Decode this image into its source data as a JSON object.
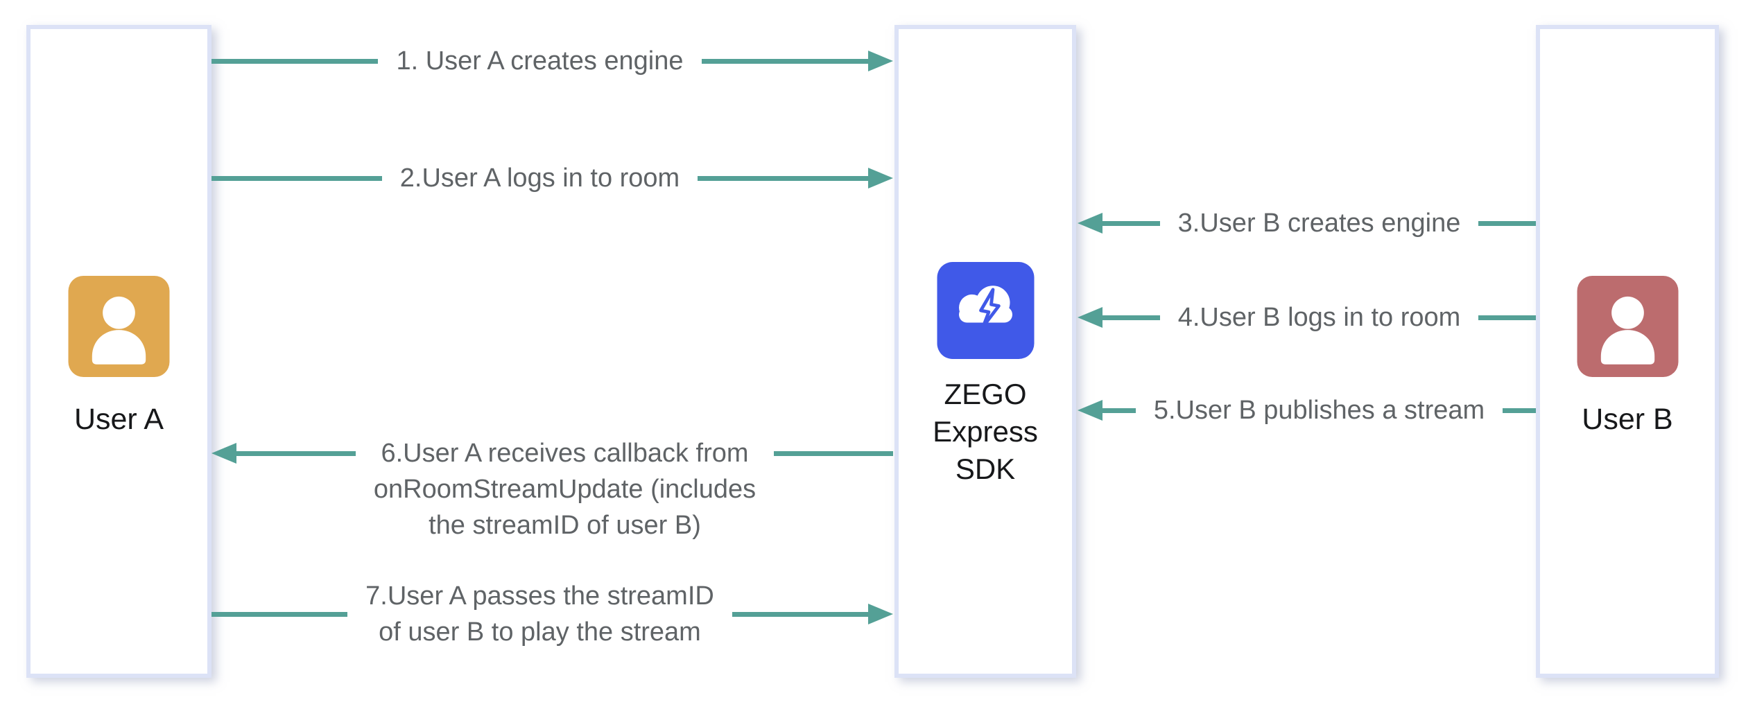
{
  "colors": {
    "arrow": "#54a096",
    "lane_border": "#dce2f6",
    "message_text": "#5f6366",
    "actor_text": "#17181a",
    "user_a_icon": "#e0a850",
    "user_b_icon": "#bc6c6e",
    "sdk_icon": "#4059e8"
  },
  "actors": {
    "user_a": {
      "label": "User A"
    },
    "sdk": {
      "label": "ZEGO\nExpress\nSDK"
    },
    "user_b": {
      "label": "User B"
    }
  },
  "messages": [
    {
      "label": "1. User A creates engine",
      "from": "User A",
      "to": "ZEGO Express SDK",
      "direction": "right"
    },
    {
      "label": "2.User A logs in to room",
      "from": "User A",
      "to": "ZEGO Express SDK",
      "direction": "right"
    },
    {
      "label": "3.User B creates engine",
      "from": "User B",
      "to": "ZEGO Express SDK",
      "direction": "left"
    },
    {
      "label": "4.User B logs in to room",
      "from": "User B",
      "to": "ZEGO Express SDK",
      "direction": "left"
    },
    {
      "label": "5.User B publishes a stream",
      "from": "User B",
      "to": "ZEGO Express SDK",
      "direction": "left"
    },
    {
      "label": "6.User A receives callback from\nonRoomStreamUpdate (includes\nthe streamID of user B)",
      "from": "ZEGO Express SDK",
      "to": "User A",
      "direction": "left"
    },
    {
      "label": "7.User A passes the streamID\nof user B to play the stream",
      "from": "User A",
      "to": "ZEGO Express SDK",
      "direction": "right"
    }
  ]
}
